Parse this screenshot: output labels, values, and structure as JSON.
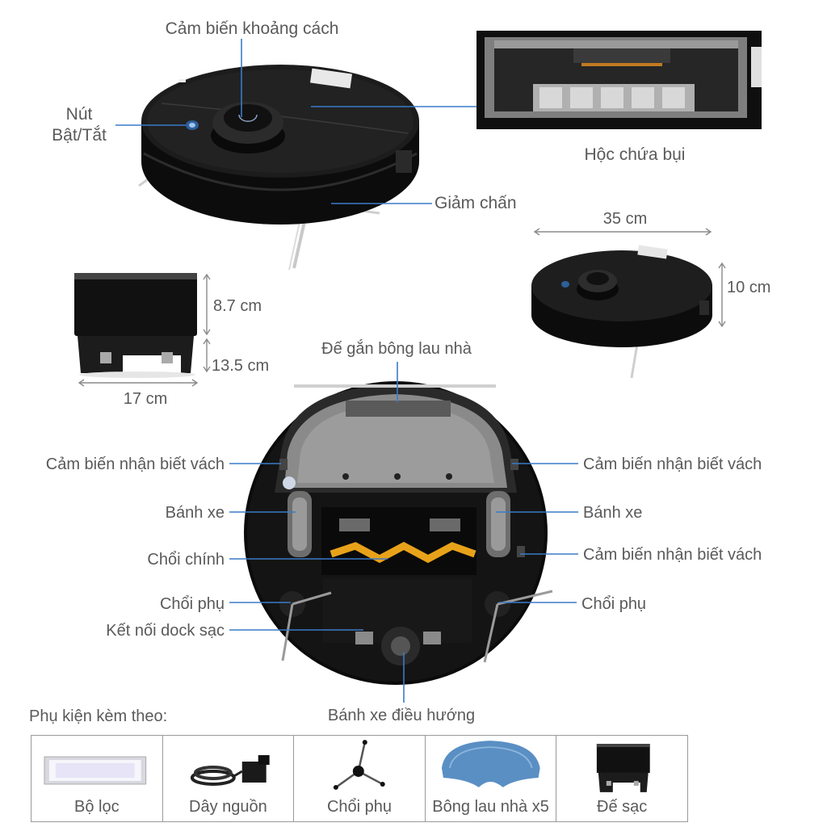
{
  "colors": {
    "leader": "#3a7bc8",
    "robot": "#141414",
    "brush": "#e8a21a",
    "pad": "#5a8fc4"
  },
  "labels": {
    "distance_sensor": "Cảm biến khoảng cách",
    "power_button_line1": "Nút",
    "power_button_line2": "Bật/Tắt",
    "dust_bin": "Hộc chứa bụi",
    "bumper": "Giảm chấn",
    "mop_mount": "Đế gắn bông lau nhà",
    "cliff_sensor_left": "Cảm biến nhận biết vách",
    "cliff_sensor_right_top": "Cảm biến nhận biết vách",
    "cliff_sensor_right_bottom": "Cảm biến nhận biết vách",
    "wheel_left": "Bánh xe",
    "wheel_right": "Bánh xe",
    "main_brush": "Chổi chính",
    "side_brush_left": "Chổi phụ",
    "side_brush_right": "Chổi phụ",
    "dock_contacts": "Kết nối dock sạc",
    "caster_wheel": "Bánh xe điều hướng"
  },
  "dimensions": {
    "robot_width": "35 cm",
    "robot_height": "10 cm",
    "dock_upper_height": "8.7 cm",
    "dock_lower_height": "13.5 cm",
    "dock_width": "17 cm"
  },
  "accessories": {
    "title": "Phụ kiện kèm theo:",
    "items": [
      {
        "label": "Bộ lọc",
        "icon": "filter-icon"
      },
      {
        "label": "Dây nguồn",
        "icon": "power-cord-icon"
      },
      {
        "label": "Chổi phụ",
        "icon": "side-brush-icon"
      },
      {
        "label": "Bông lau nhà x5",
        "icon": "mop-pad-icon"
      },
      {
        "label": "Đế sạc",
        "icon": "charging-dock-icon"
      }
    ]
  }
}
